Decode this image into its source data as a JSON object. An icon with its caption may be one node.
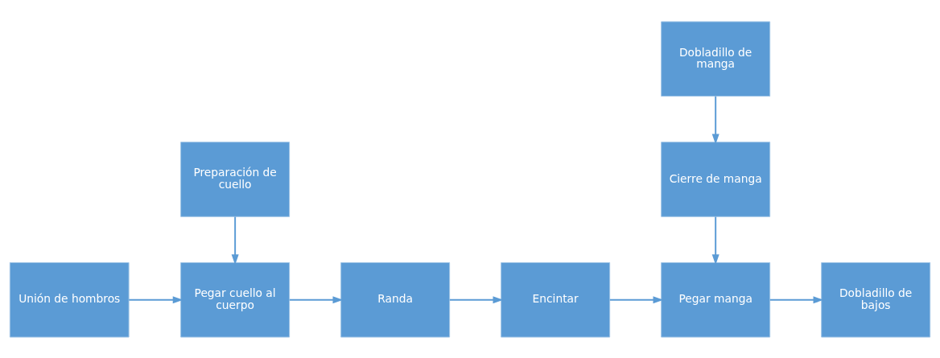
{
  "diagram": {
    "nodes": [
      {
        "text": [
          "Dobladillo de manga"
        ]
      },
      {
        "text": [
          "Preparación de cuello"
        ]
      },
      {
        "text": [
          "Cierre de manga"
        ]
      },
      {
        "text": [
          "Unión de hombros"
        ]
      },
      {
        "text": [
          "Pegar cuello al cuerpo"
        ]
      },
      {
        "text": [
          "Randa"
        ]
      },
      {
        "text": [
          "Encintar"
        ]
      },
      {
        "text": [
          "Pegar manga"
        ]
      },
      {
        "text": [
          "Dobladillo de bajos"
        ]
      }
    ],
    "edges": [
      {
        "from": 0,
        "to": 2,
        "arrow": "to"
      },
      {
        "from": 1,
        "to": 4,
        "arrow": "to"
      },
      {
        "from": 2,
        "to": 7,
        "arrow": "to"
      },
      {
        "from": 3,
        "to": 4,
        "arrow": "to"
      },
      {
        "from": 4,
        "to": 5,
        "arrow": "to"
      },
      {
        "from": 5,
        "to": 6,
        "arrow": "to"
      },
      {
        "from": 6,
        "to": 7,
        "arrow": "to"
      },
      {
        "from": 7,
        "to": 8,
        "arrow": "to"
      }
    ]
  }
}
